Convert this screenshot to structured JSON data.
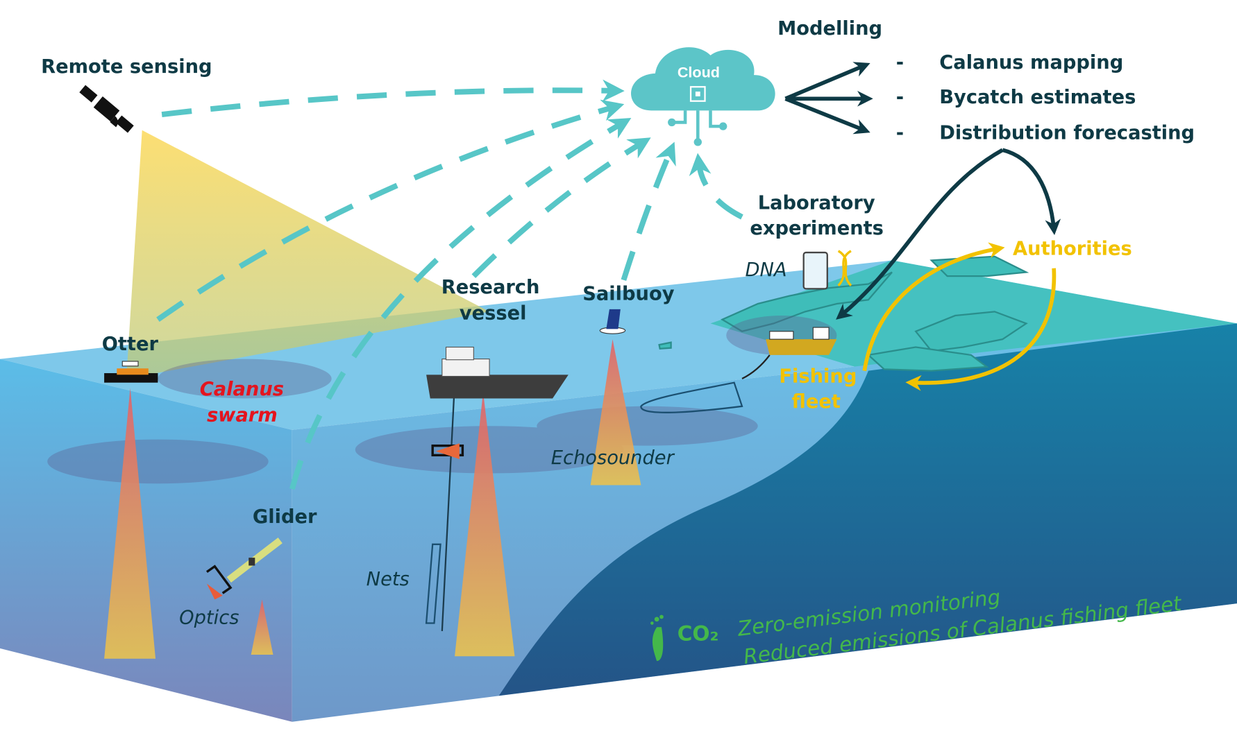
{
  "labels": {
    "remote_sensing": "Remote sensing",
    "cloud": "Cloud",
    "modelling": "Modelling",
    "laboratory_line1": "Laboratory",
    "laboratory_line2": "experiments",
    "dna": "DNA",
    "authorities": "Authorities",
    "otter": "Otter",
    "calanus_line1": "Calanus",
    "calanus_line2": "swarm",
    "research_line1": "Research",
    "research_line2": "vessel",
    "sailbuoy": "Sailbuoy",
    "fishing_line1": "Fishing",
    "fishing_line2": "fleet",
    "echosounder": "Echosounder",
    "glider": "Glider",
    "optics": "Optics",
    "nets": "Nets",
    "co2": "CO₂"
  },
  "modelling_outputs": [
    {
      "bullet": "-",
      "text": "Calanus mapping"
    },
    {
      "bullet": "-",
      "text": "Bycatch estimates"
    },
    {
      "bullet": "-",
      "text": "Distribution forecasting"
    }
  ],
  "emissions": {
    "line1": "Zero-emission monitoring",
    "line2": "Reduced emissions of Calanus fishing fleet"
  },
  "icons": {
    "satellite": "satellite-icon",
    "cloud": "cloud-chip-icon",
    "footprint": "footprint-icon",
    "dna": "dna-helix-icon",
    "beaker": "beaker-icon"
  },
  "colors": {
    "dashed_links": "#57c6c7",
    "text_dark": "#0e3a45",
    "authorities": "#f2c200",
    "calanus_swarm": "#e4141e",
    "emissions_green": "#44b84a",
    "ocean_surface": "#7ec8ea",
    "ocean_deep": "#1e5c8c",
    "land": "#45c1c0"
  }
}
